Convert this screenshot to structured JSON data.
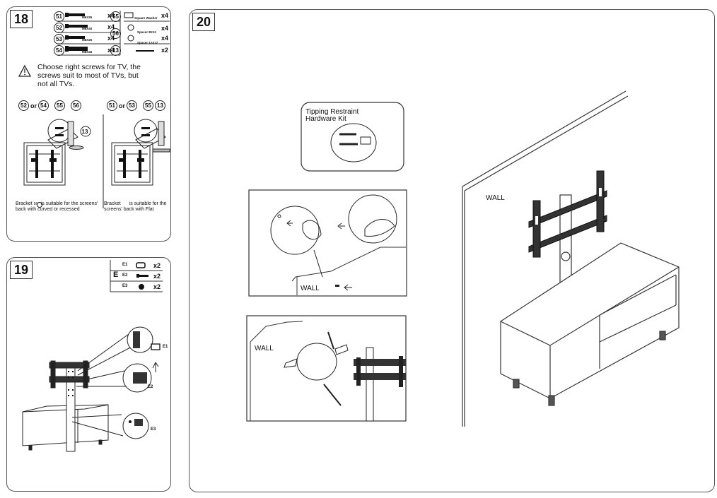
{
  "step18": {
    "number": "18",
    "parts": [
      {
        "id": "51",
        "size": "M6X25",
        "qty": "x4"
      },
      {
        "id": "52",
        "size": "M6X40",
        "qty": "x4"
      },
      {
        "id": "53",
        "size": "M8X25",
        "qty": "x4"
      },
      {
        "id": "54",
        "size": "M8X45",
        "qty": "x4"
      },
      {
        "id": "55",
        "size": "Square Washer",
        "qty": "x4"
      },
      {
        "id": "56a",
        "size": "Spacer 8X12",
        "qty": "x4"
      },
      {
        "id": "56b",
        "size": "Spacer 12X17",
        "qty": "x4"
      },
      {
        "id": "13",
        "size": "",
        "qty": "x2"
      }
    ],
    "id_56": "56",
    "warning": [
      "Choose right screws for TV, the",
      "screws suit to most of TVs, but",
      "not all TVs."
    ],
    "left_combo": {
      "a": "52",
      "or": "or",
      "b": "54",
      "c": "55",
      "d": "56",
      "e": "13"
    },
    "right_combo": {
      "a": "51",
      "or": "or",
      "b": "53",
      "c": "55",
      "d": "13"
    },
    "note_left": [
      "Bracket",
      "is suitable for the screens'",
      "back with curved or recessed"
    ],
    "note_right": [
      "Bracket",
      "is suitable for the",
      "screens' back with Flat"
    ],
    "note_left_id": "56"
  },
  "step19": {
    "number": "19",
    "group": "E",
    "items": [
      {
        "id": "E1",
        "qty": "x2"
      },
      {
        "id": "E2",
        "qty": "x2"
      },
      {
        "id": "E3",
        "qty": "x2"
      }
    ],
    "callouts": [
      "E1",
      "E2",
      "E3"
    ]
  },
  "step20": {
    "number": "20",
    "kit_label": [
      "Tipping Restraint",
      "Hardware Kit"
    ],
    "wall_labels": [
      "WALL",
      "WALL",
      "WALL"
    ]
  }
}
